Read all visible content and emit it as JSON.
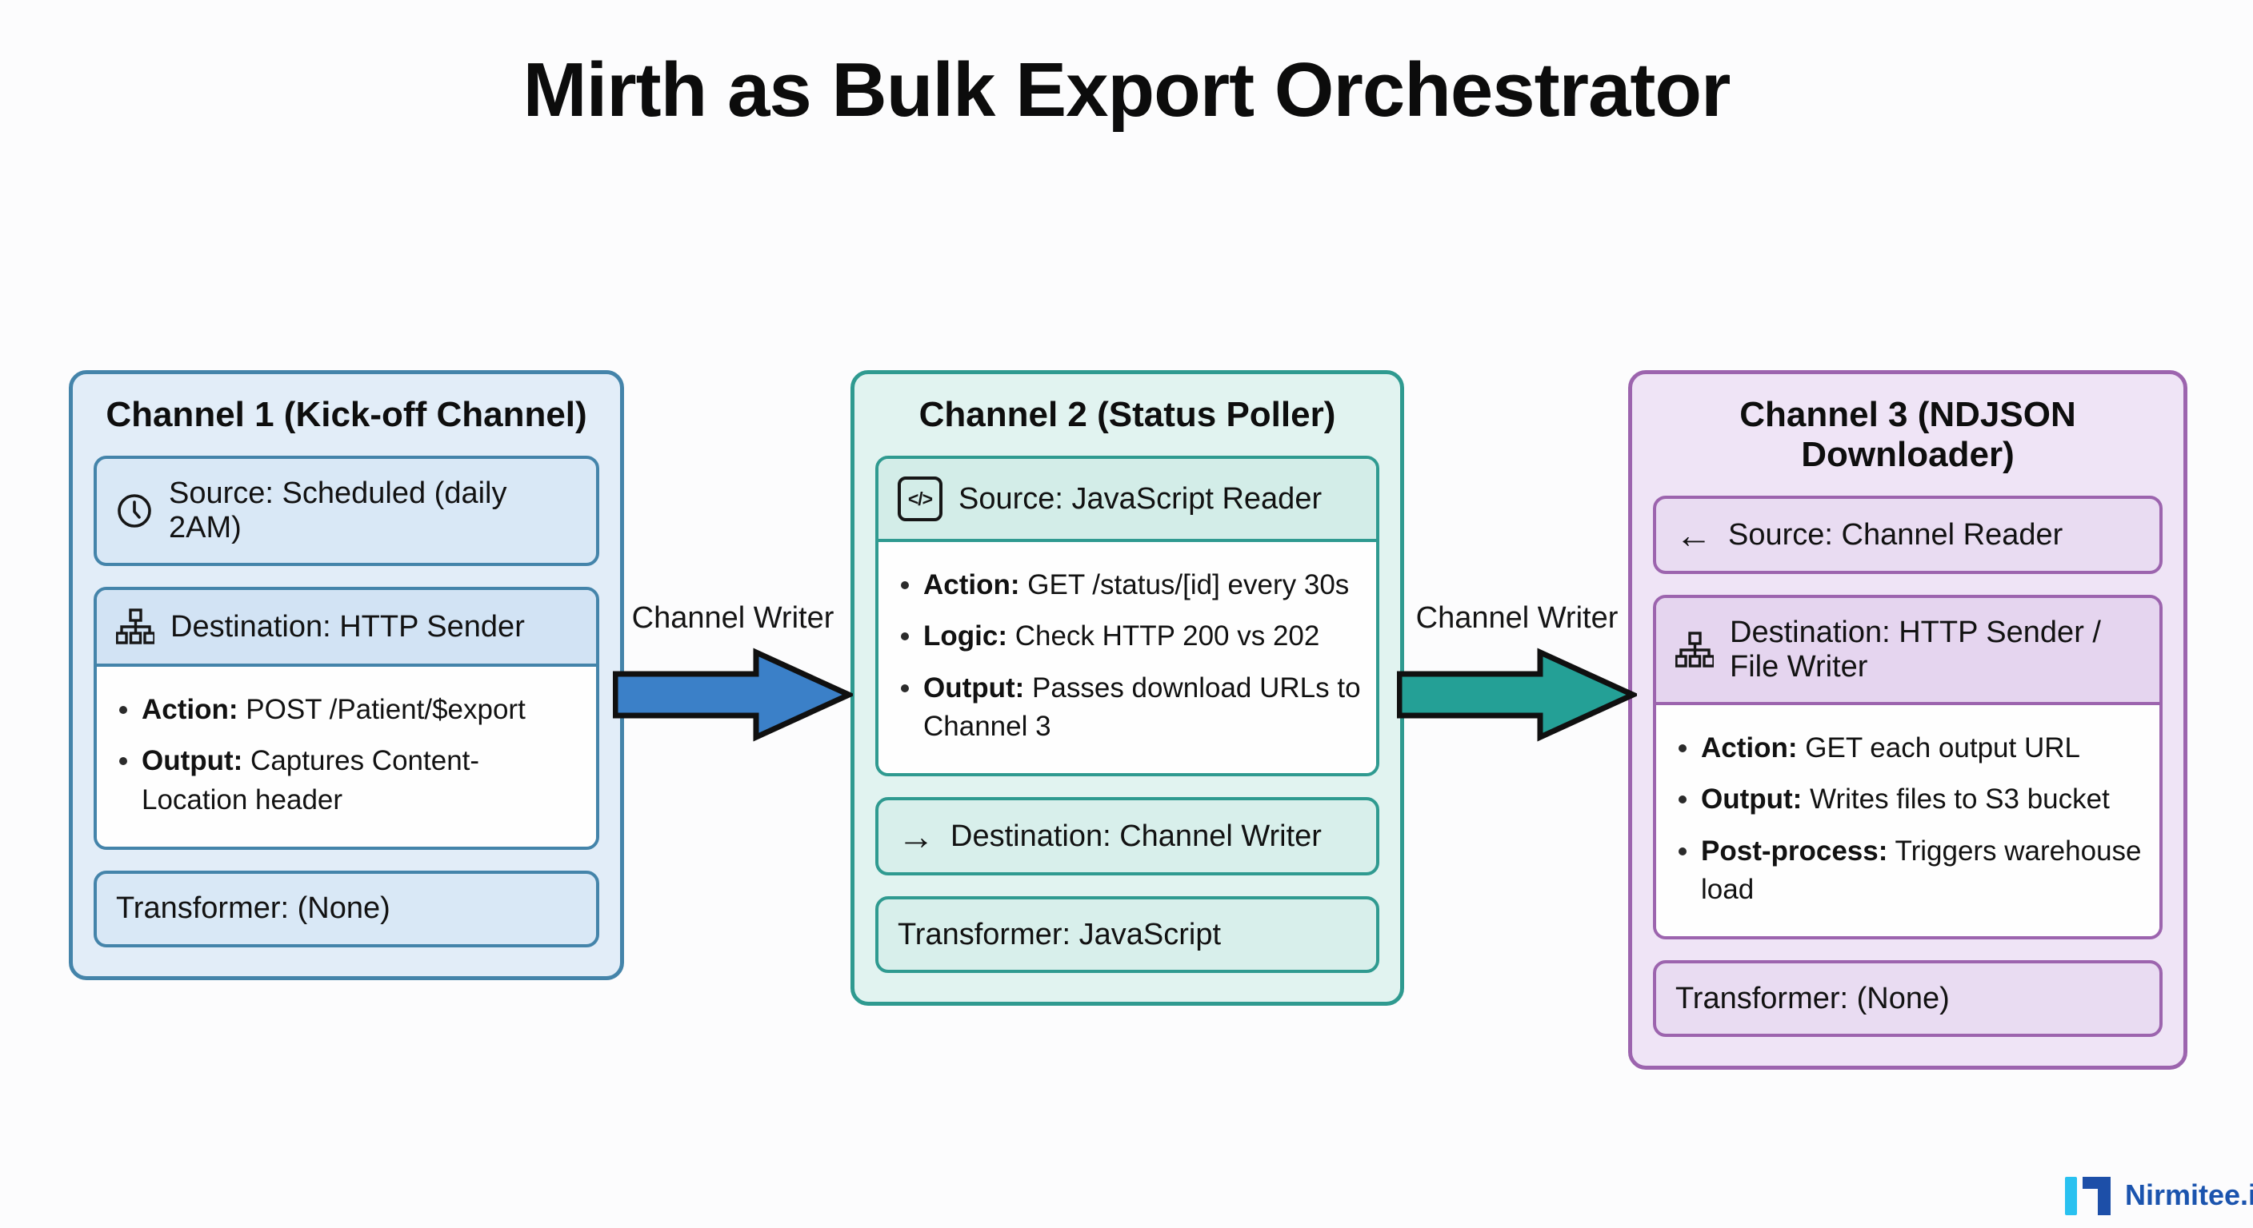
{
  "title": "Mirth as Bulk Export Orchestrator",
  "icons": {
    "code_glyph": "</>",
    "arrow_right_glyph": "→",
    "arrow_left_glyph": "←"
  },
  "channel1": {
    "title": "Channel 1 (Kick-off Channel)",
    "source": "Source: Scheduled (daily 2AM)",
    "source_icon": "clock-icon",
    "destination": "Destination: HTTP Sender",
    "destination_icon": "sitemap-icon",
    "bullets": [
      {
        "label": "Action:",
        "text": " POST /Patient/$export"
      },
      {
        "label": "Output:",
        "text": " Captures Content-Location header"
      }
    ],
    "transformer": "Transformer: (None)",
    "accent_color": "#4484aa",
    "fill_color": "#e2edf8"
  },
  "channel2": {
    "title": "Channel 2 (Status Poller)",
    "source": "Source: JavaScript Reader",
    "source_icon": "code-icon",
    "bullets": [
      {
        "label": "Action:",
        "text": " GET /status/[id] every 30s"
      },
      {
        "label": "Logic:",
        "text": " Check HTTP 200 vs 202"
      },
      {
        "label": "Output:",
        "text": " Passes download URLs to Channel 3"
      }
    ],
    "destination": "Destination: Channel Writer",
    "destination_icon": "arrow-right-icon",
    "transformer": "Transformer: JavaScript",
    "accent_color": "#2f9a90",
    "fill_color": "#e1f3f0"
  },
  "channel3": {
    "title": "Channel 3 (NDJSON Downloader)",
    "source": "Source: Channel Reader",
    "source_icon": "arrow-left-icon",
    "destination": "Destination: HTTP Sender / File Writer",
    "destination_icon": "sitemap-icon",
    "bullets": [
      {
        "label": "Action:",
        "text": " GET each output URL"
      },
      {
        "label": "Output:",
        "text": " Writes files to S3 bucket"
      },
      {
        "label": "Post-process:",
        "text": " Triggers warehouse load"
      }
    ],
    "transformer": "Transformer: (None)",
    "accent_color": "#9c64ae",
    "fill_color": "#efe4f6"
  },
  "connectors": [
    {
      "label": "Channel Writer",
      "color": "#3b80c8"
    },
    {
      "label": "Channel Writer",
      "color": "#24a096"
    }
  ],
  "logo": {
    "text": "Nirmitee.io",
    "text_color": "#1b54ae",
    "mark_cyan": "#29c1f0",
    "mark_blue": "#1d4fa8"
  }
}
